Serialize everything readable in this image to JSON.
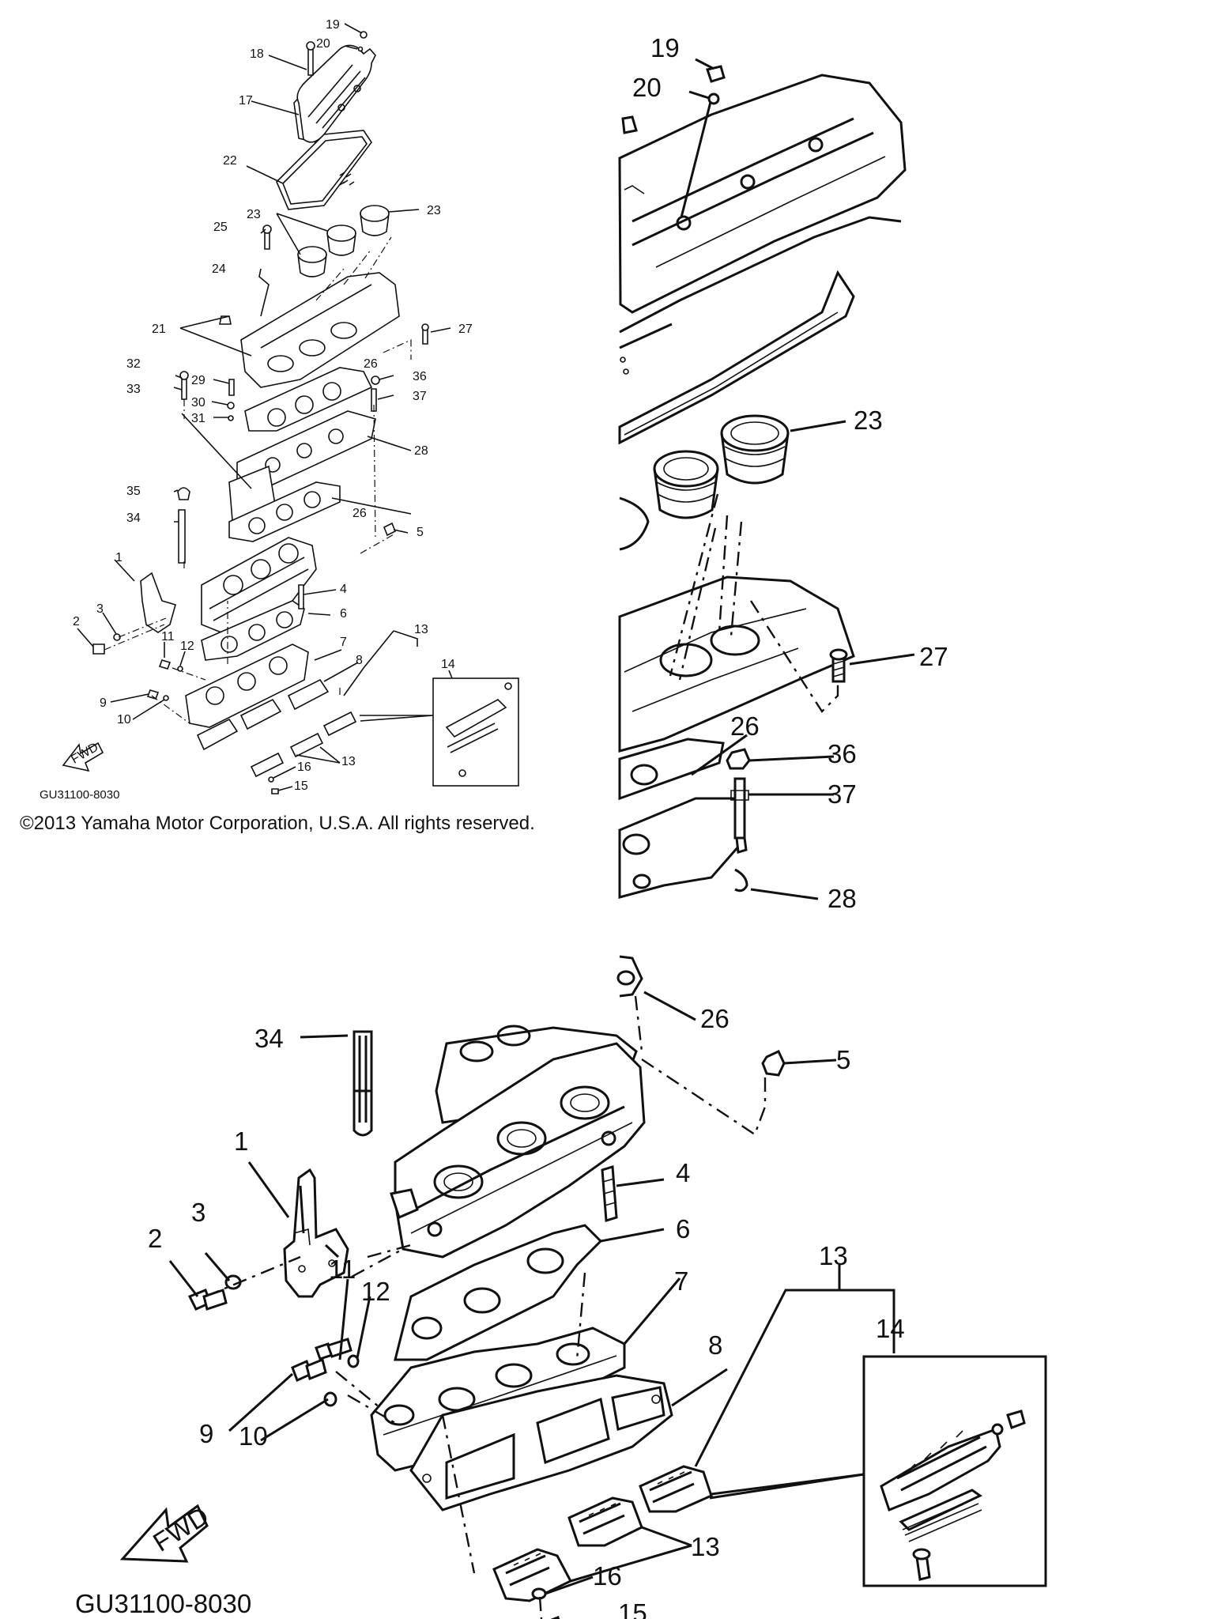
{
  "diagram": {
    "copyright": "©2013 Yamaha Motor Corporation, U.S.A. All rights reserved.",
    "figure_code": "GU31100-8030",
    "direction_arrow_label": "FWD",
    "callouts": {
      "c1": "1",
      "c2": "2",
      "c3": "3",
      "c4": "4",
      "c5": "5",
      "c6": "6",
      "c7": "7",
      "c8": "8",
      "c9": "9",
      "c10": "10",
      "c11": "11",
      "c12": "12",
      "c13": "13",
      "c14": "14",
      "c15": "15",
      "c16": "16",
      "c17": "17",
      "c18": "18",
      "c19": "19",
      "c20": "20",
      "c21": "21",
      "c22": "22",
      "c23": "23",
      "c24": "24",
      "c25": "25",
      "c26": "26",
      "c27": "27",
      "c28": "28",
      "c29": "29",
      "c30": "30",
      "c31": "31",
      "c32": "32",
      "c33": "33",
      "c34": "34",
      "c35": "35",
      "c36": "36",
      "c37": "37"
    }
  }
}
